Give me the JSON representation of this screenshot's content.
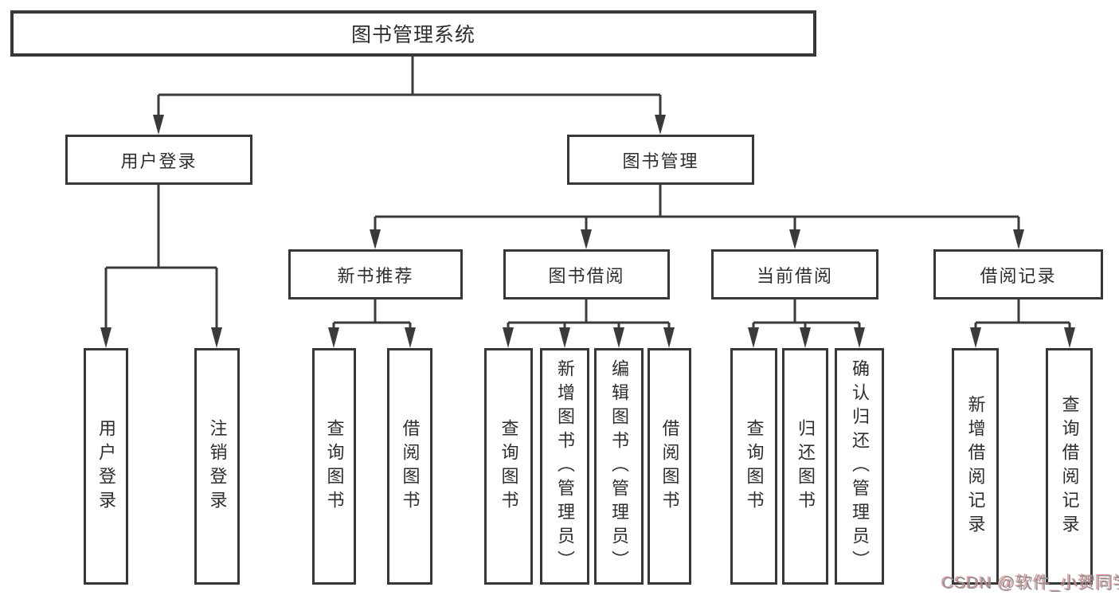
{
  "nodes": {
    "root": "图书管理系统",
    "user_login": "用户登录",
    "book_mgmt": "图书管理",
    "new_books": "新书推荐",
    "book_borrow": "图书借阅",
    "current_borrow": "当前借阅",
    "borrow_records": "借阅记录",
    "leaf_user_login": "用户登录",
    "leaf_logout": "注销登录",
    "leaf_nb_query": "查询图书",
    "leaf_nb_borrow": "借阅图书",
    "leaf_bb_query": "查询图书",
    "leaf_bb_add": "新增图书（管理员）",
    "leaf_bb_edit": "编辑图书（管理员）",
    "leaf_bb_borrow": "借阅图书",
    "leaf_cb_query": "查询图书",
    "leaf_cb_return": "归还图书",
    "leaf_cb_confirm": "确认归还（管理员）",
    "leaf_br_add": "新增借阅记录",
    "leaf_br_query": "查询借阅记录"
  },
  "watermark": "CSDN @软件_小贺同学",
  "colors": {
    "line": "#3a3a3a",
    "border": "#373737",
    "text": "#2e2e2e",
    "background": "#ffffff",
    "watermark_gray": "#909090",
    "watermark_red": "#d87d7d"
  }
}
